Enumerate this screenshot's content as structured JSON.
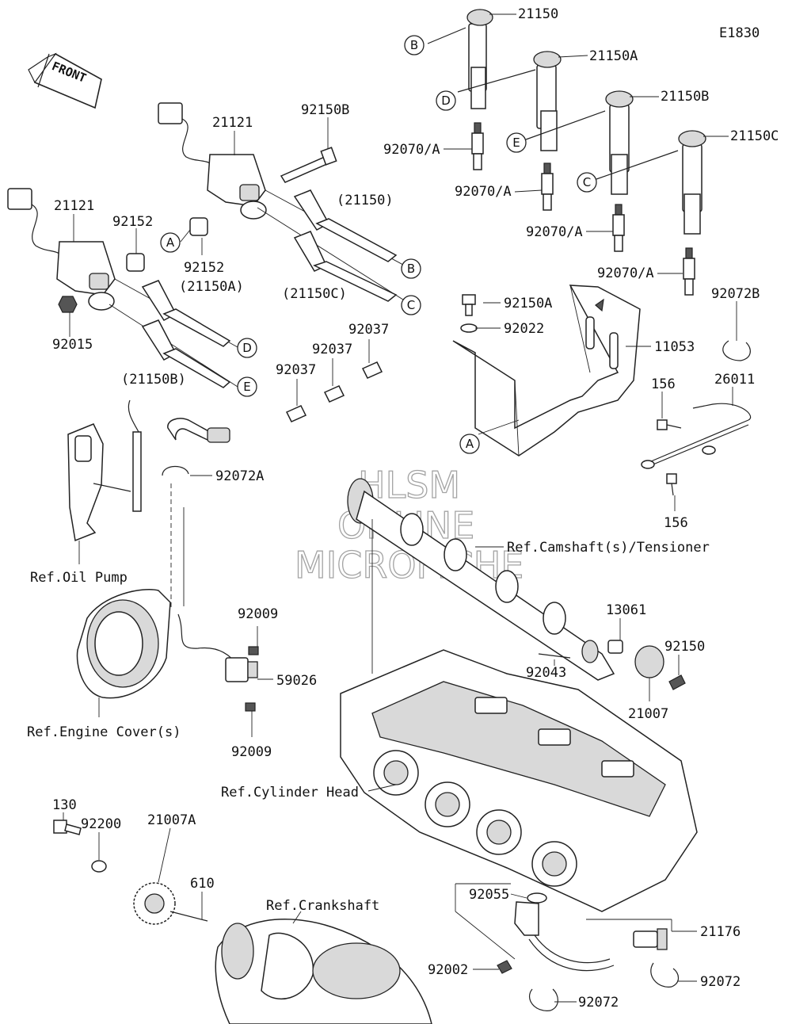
{
  "diagram_code": "E1830",
  "front_label": "FRONT",
  "watermark": {
    "line1": "HLSM",
    "line2": "ONLINE",
    "line3": "MICROFICHE"
  },
  "parts": {
    "p21150": "21150",
    "p21150A": "21150A",
    "p21150B": "21150B",
    "p21150C": "21150C",
    "p92070A_1": "92070/A",
    "p92070A_2": "92070/A",
    "p92070A_3": "92070/A",
    "p92070A_4": "92070/A",
    "p21121_top": "21121",
    "p21121_left": "21121",
    "p92150B": "92150B",
    "p21150_paren": "(21150)",
    "p21150C_paren": "(21150C)",
    "p21150A_paren": "(21150A)",
    "p21150B_paren": "(21150B)",
    "p92152_top": "92152",
    "p92152_bot": "92152",
    "p92015": "92015",
    "p92150A": "92150A",
    "p92022": "92022",
    "p11053": "11053",
    "p92072B": "92072B",
    "p92037_1": "92037",
    "p92037_2": "92037",
    "p92037_3": "92037",
    "p156_top": "156",
    "p26011": "26011",
    "p156_bot": "156",
    "p92072A": "92072A",
    "ref_oil_pump": "Ref.Oil Pump",
    "ref_camshaft": "Ref.Camshaft(s)/Tensioner",
    "p13061": "13061",
    "p92043": "92043",
    "p92150": "92150",
    "p21007": "21007",
    "p92009_top": "92009",
    "p59026": "59026",
    "p92009_bot": "92009",
    "ref_engine_cover": "Ref.Engine Cover(s)",
    "ref_cylinder_head": "Ref.Cylinder Head",
    "p130": "130",
    "p92200": "92200",
    "p21007A": "21007A",
    "p610": "610",
    "ref_crankshaft": "Ref.Crankshaft",
    "p92055": "92055",
    "p21176": "21176",
    "p92002": "92002",
    "p92072_right": "92072",
    "p92072_bot": "92072"
  },
  "callouts": {
    "B_top": "B",
    "D_top": "D",
    "E_top": "E",
    "C_top": "C",
    "A_coil": "A",
    "B_right": "B",
    "C_right": "C",
    "D_left": "D",
    "E_left": "E",
    "A_bracket": "A"
  }
}
